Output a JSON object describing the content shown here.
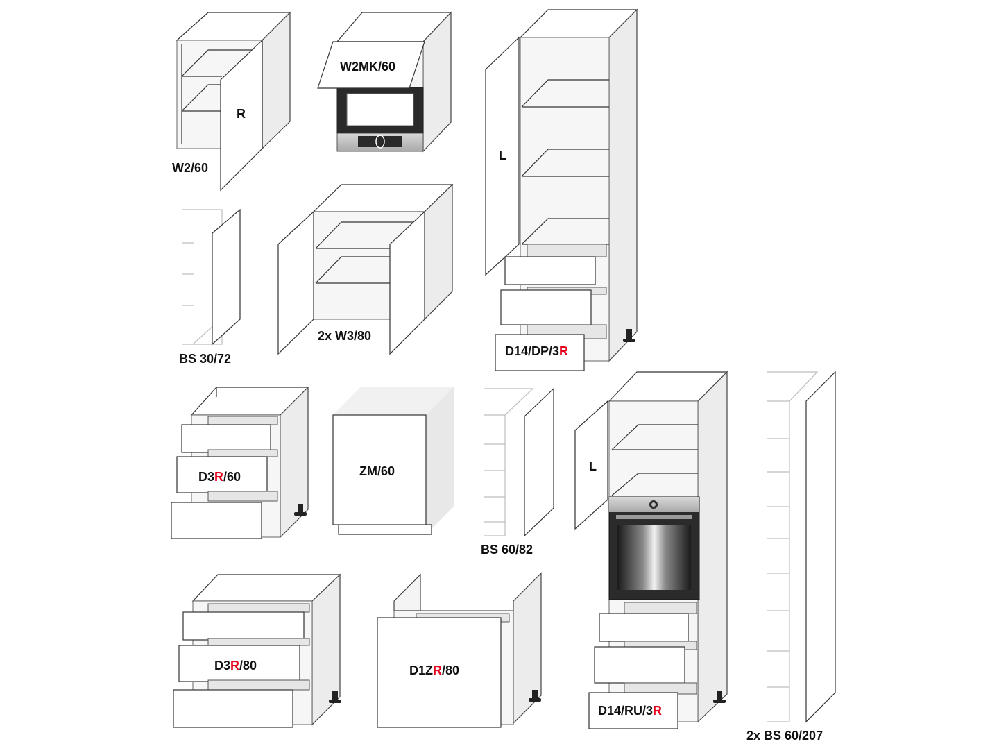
{
  "colors": {
    "line": "#333333",
    "accent_red": "#e3001b",
    "side_gray": "#ececec",
    "shade_gray": "#e6e6e6"
  },
  "labels": {
    "w2_60": "W2/60",
    "w2_60_door": "R",
    "w2mk_60": "W2MK/60",
    "bs_30_72": "BS 30/72",
    "w3_80": "2x W3/80",
    "tall1_door": "L",
    "d14_dp_3r": {
      "a": "D14/DP/3",
      "r": "R"
    },
    "d3r_60": {
      "a": "D3",
      "r": "R",
      "b": "/60"
    },
    "zm_60": "ZM/60",
    "bs_60_82": "BS 60/82",
    "tall2_door": "L",
    "d3r_80": {
      "a": "D3",
      "r": "R",
      "b": "/80"
    },
    "d1zr_80": {
      "a": "D1Z",
      "r": "R",
      "b": "/80"
    },
    "d14_ru_3r": {
      "a": "D14/RU/3",
      "r": "R"
    },
    "bs_60_207": "2x BS 60/207"
  }
}
